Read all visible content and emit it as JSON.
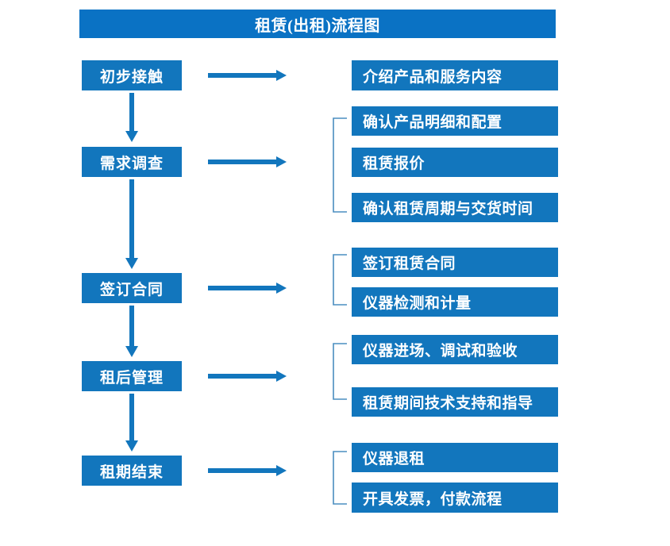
{
  "title": "租赁(出租)流程图",
  "colors": {
    "title_bar": "#0a72c4",
    "box": "#1276bd",
    "arrow": "#1276bd",
    "bracket": "#4a8dc0",
    "text": "#ffffff",
    "background": "#ffffff"
  },
  "stages": [
    {
      "label": "初步接触"
    },
    {
      "label": "需求调查"
    },
    {
      "label": "签订合同"
    },
    {
      "label": "租后管理"
    },
    {
      "label": "租期结束"
    }
  ],
  "details": [
    {
      "label": "介绍产品和服务内容"
    },
    {
      "label": "确认产品明细和配置"
    },
    {
      "label": "租赁报价"
    },
    {
      "label": "确认租赁周期与交货时间"
    },
    {
      "label": "签订租赁合同"
    },
    {
      "label": "仪器检测和计量"
    },
    {
      "label": "仪器进场、调试和验收"
    },
    {
      "label": "租赁期间技术支持和指导"
    },
    {
      "label": "仪器退租"
    },
    {
      "label": "开具发票，付款流程"
    }
  ],
  "connectors": {
    "horizontal_arrow_count": 5,
    "vertical_arrow_count": 4,
    "bracket_count": 4,
    "horizontal_arrow_icon": "arrow-right-icon",
    "vertical_arrow_icon": "arrow-down-icon",
    "bracket_icon": "left-brace-icon"
  }
}
